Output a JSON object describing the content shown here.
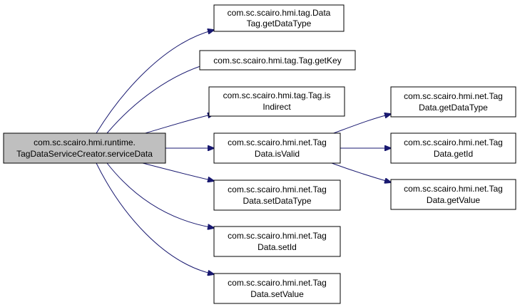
{
  "colors": {
    "root_fill": "#bfbfbf",
    "node_fill": "#ffffff",
    "node_border": "#000000",
    "edge": "#191970"
  },
  "nodes": {
    "root": [
      "com.sc.scairo.hmi.runtime.",
      "TagDataServiceCreator.serviceData"
    ],
    "getDataType_datatag": [
      "com.sc.scairo.hmi.tag.Data",
      "Tag.getDataType"
    ],
    "getKey": [
      "com.sc.scairo.hmi.tag.Tag.getKey"
    ],
    "isIndirect": [
      "com.sc.scairo.hmi.tag.Tag.is",
      "Indirect"
    ],
    "isValid": [
      "com.sc.scairo.hmi.net.Tag",
      "Data.isValid"
    ],
    "setDataType": [
      "com.sc.scairo.hmi.net.Tag",
      "Data.setDataType"
    ],
    "setId": [
      "com.sc.scairo.hmi.net.Tag",
      "Data.setId"
    ],
    "setValue": [
      "com.sc.scairo.hmi.net.Tag",
      "Data.setValue"
    ],
    "getDataType_net": [
      "com.sc.scairo.hmi.net.Tag",
      "Data.getDataType"
    ],
    "getId": [
      "com.sc.scairo.hmi.net.Tag",
      "Data.getId"
    ],
    "getValue": [
      "com.sc.scairo.hmi.net.Tag",
      "Data.getValue"
    ]
  }
}
